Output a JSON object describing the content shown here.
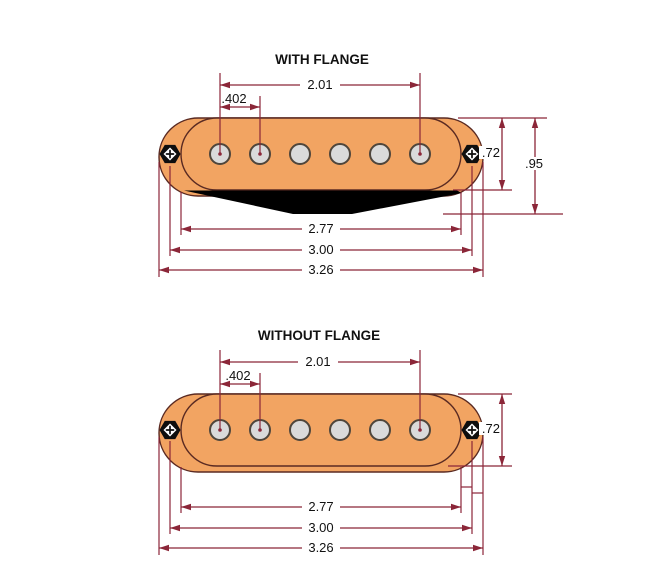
{
  "colors": {
    "background": "#ffffff",
    "dimension_line": "#8B2638",
    "body_fill": "#F2A462",
    "body_outline": "#5A2A22",
    "pole_fill": "#DADADA",
    "pole_outline": "#4F463C",
    "screw": "#0E0E0E",
    "shadow": "#000000",
    "text": "#111111"
  },
  "diagrams": [
    {
      "title": "WITH FLANGE",
      "pole_count": 6,
      "dimensions": {
        "pole_span": "2.01",
        "pole_pitch": ".402",
        "height": ".72",
        "height_with_flange": ".95",
        "cover_length": "2.77",
        "mount_hole_spacing": "3.00",
        "overall_length": "3.26"
      }
    },
    {
      "title": "WITHOUT FLANGE",
      "pole_count": 6,
      "dimensions": {
        "pole_span": "2.01",
        "pole_pitch": ".402",
        "height": ".72",
        "cover_length": "2.77",
        "mount_hole_spacing": "3.00",
        "overall_length": "3.26"
      }
    }
  ]
}
